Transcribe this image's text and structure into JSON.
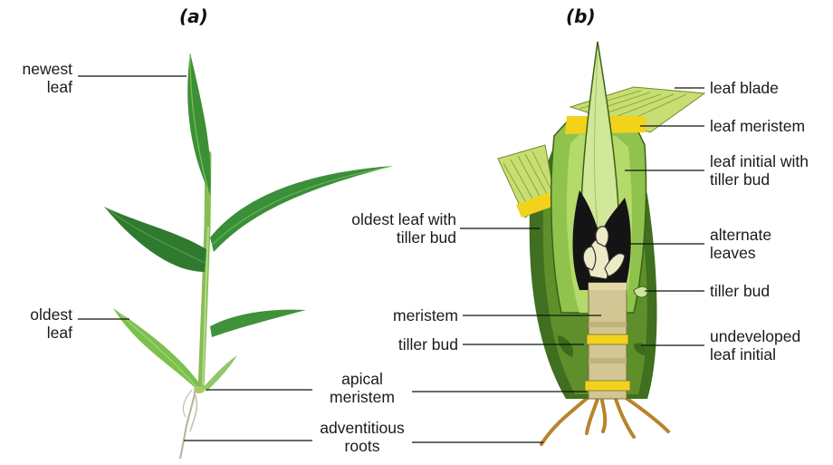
{
  "panels": {
    "a": "(a)",
    "b": "(b)"
  },
  "labels_a": {
    "newest_leaf": [
      "newest",
      "leaf"
    ],
    "oldest_leaf": [
      "oldest",
      "leaf"
    ],
    "apical_meristem": [
      "apical",
      "meristem"
    ],
    "adventitious_roots": [
      "adventitious",
      "roots"
    ]
  },
  "labels_b_left": {
    "oldest_leaf_tiller": [
      "oldest leaf with",
      "tiller bud"
    ],
    "meristem": "meristem",
    "tiller_bud_left": "tiller bud"
  },
  "labels_b_right": {
    "leaf_blade": "leaf blade",
    "leaf_meristem": "leaf meristem",
    "leaf_initial": [
      "leaf initial with",
      "tiller bud"
    ],
    "alternate_leaves": [
      "alternate",
      "leaves"
    ],
    "tiller_bud_right": "tiller bud",
    "undeveloped": [
      "undeveloped",
      "leaf initial"
    ]
  },
  "colors": {
    "leaf_dark": "#2f7d32",
    "leaf_mid": "#5fa83a",
    "leaf_light": "#9fd068",
    "meristem_yellow": "#f2d21b",
    "stem_tan": "#cfc48f",
    "root": "#b07a1e"
  }
}
